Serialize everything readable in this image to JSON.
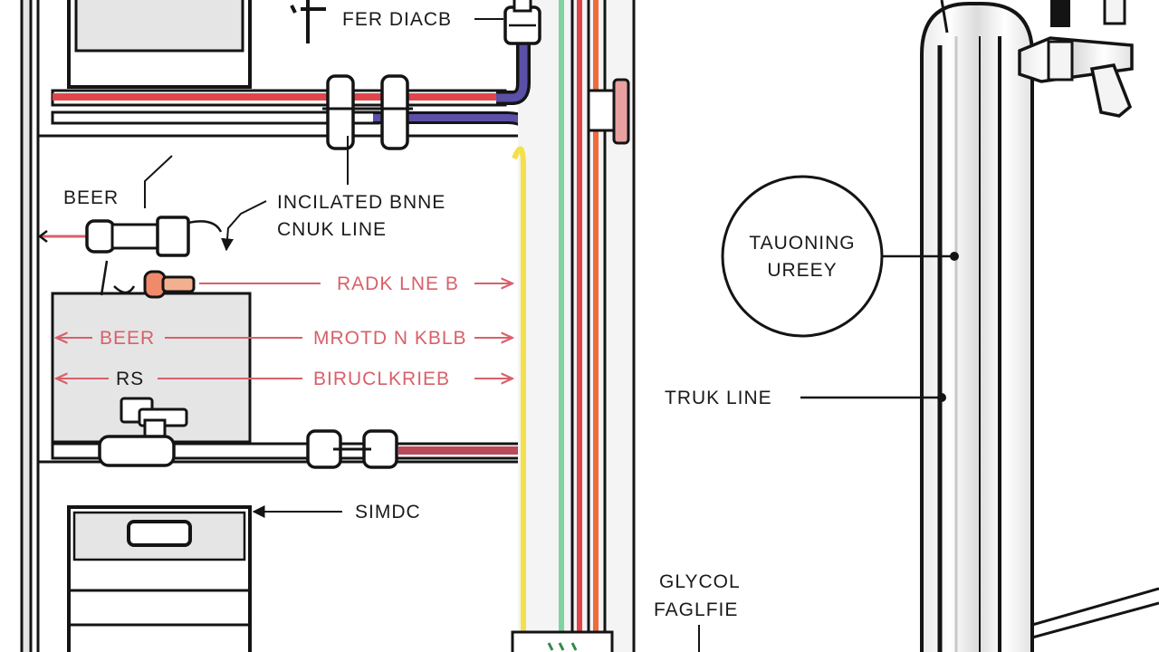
{
  "labels": {
    "top_gauge": "FER DIACB",
    "beer_top": "BEER",
    "insulated_line_1": "INCILATED BNNE",
    "insulated_line_2": "CNUK LINE",
    "red_beer": "BEER",
    "red_rs": "RS",
    "red_line_1": "RADK LNE B",
    "red_line_2": "MROTD N KBLB",
    "red_line_3": "BIRUCLKRIEB",
    "simoc": "SIMDC",
    "tower_1": "TAUONING",
    "tower_2": "UREEY",
    "trunk_line": "TRUK LINE",
    "glycol_1": "GLYCOL",
    "glycol_2": "FAGLFIE"
  },
  "colors": {
    "outline": "#141414",
    "red_line": "#e0454a",
    "blue_line": "#5a50a8",
    "yellow_line": "#f3e04a",
    "orange_line": "#f06a3a",
    "green_line": "#7ed3a0",
    "annotation_red": "#d9606a",
    "panel_gray": "#e5e5e5",
    "chrome_light": "#f1f1f1"
  }
}
